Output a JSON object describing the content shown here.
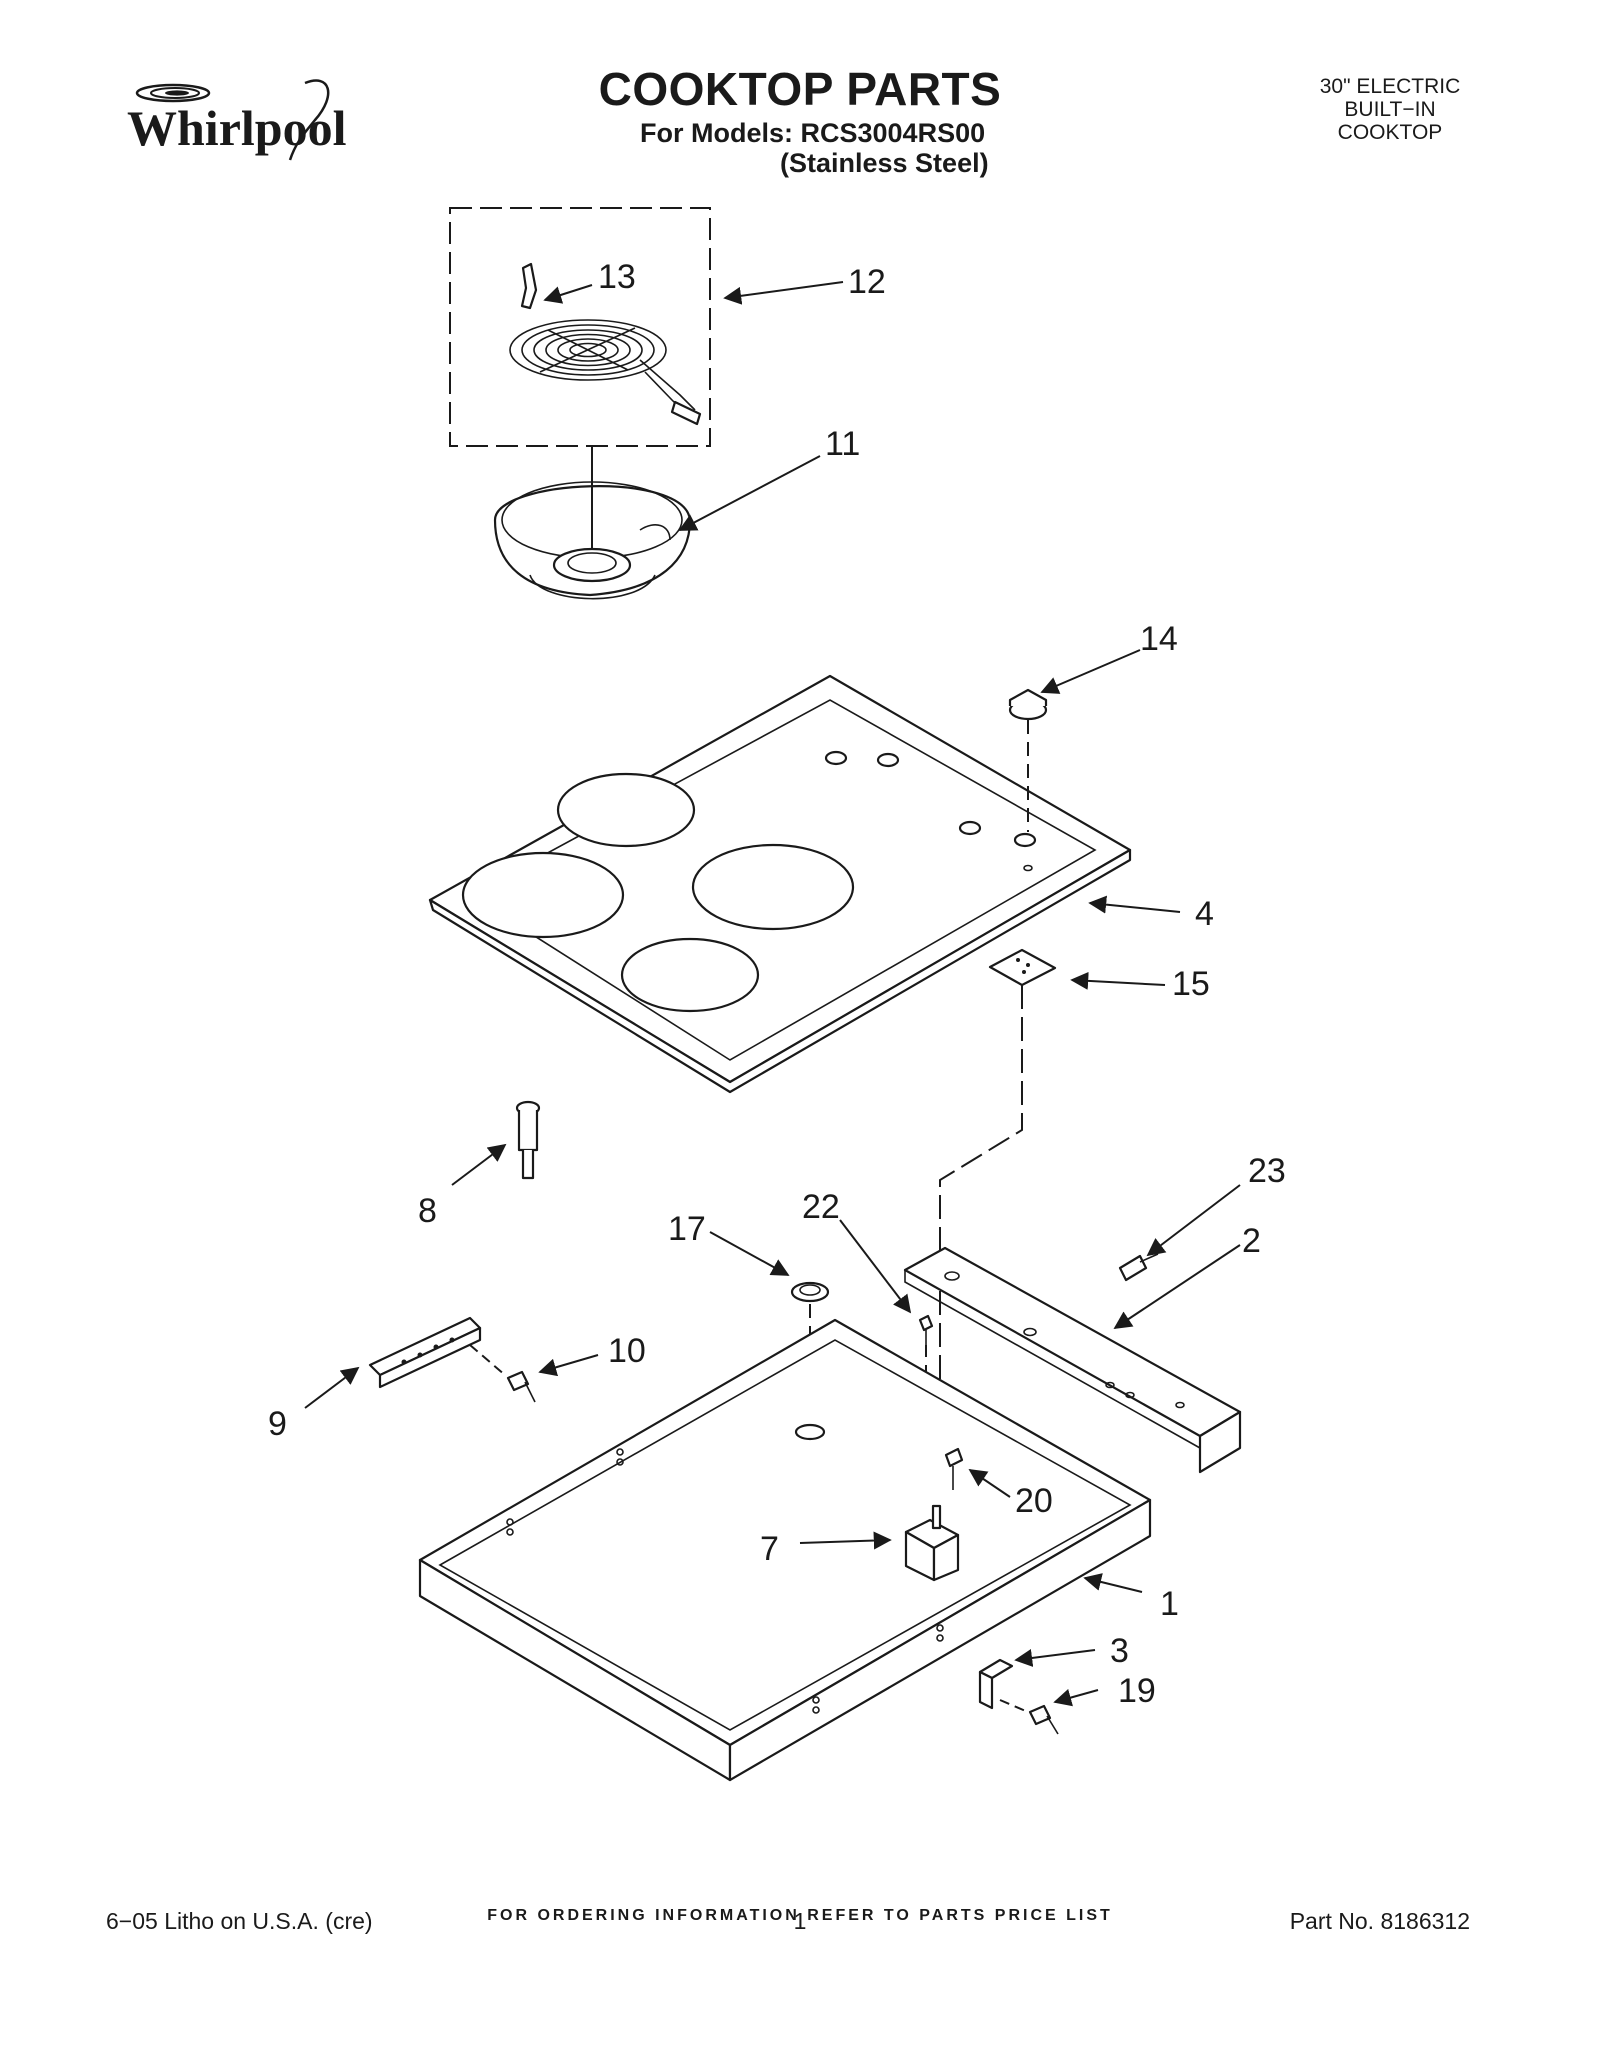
{
  "header": {
    "brand": "Whirlpool",
    "title": "COOKTOP PARTS",
    "models": "For Models: RCS3004RS00",
    "finish": "(Stainless Steel)",
    "spec_line1": "30\" ELECTRIC",
    "spec_line2": "BUILT−IN",
    "spec_line3": "COOKTOP"
  },
  "callouts": [
    {
      "id": "13",
      "label": "13"
    },
    {
      "id": "12",
      "label": "12"
    },
    {
      "id": "11",
      "label": "11"
    },
    {
      "id": "14",
      "label": "14"
    },
    {
      "id": "4",
      "label": "4"
    },
    {
      "id": "15",
      "label": "15"
    },
    {
      "id": "8",
      "label": "8"
    },
    {
      "id": "23",
      "label": "23"
    },
    {
      "id": "22",
      "label": "22"
    },
    {
      "id": "17",
      "label": "17"
    },
    {
      "id": "2",
      "label": "2"
    },
    {
      "id": "10",
      "label": "10"
    },
    {
      "id": "9",
      "label": "9"
    },
    {
      "id": "20",
      "label": "20"
    },
    {
      "id": "7",
      "label": "7"
    },
    {
      "id": "1",
      "label": "1"
    },
    {
      "id": "3",
      "label": "3"
    },
    {
      "id": "19",
      "label": "19"
    }
  ],
  "footer": {
    "ordering_note": "FOR ORDERING INFORMATION REFER TO PARTS PRICE LIST",
    "litho": "6−05 Litho on U.S.A. (cre)",
    "page": "1",
    "part_no": "Part No. 8186312"
  }
}
